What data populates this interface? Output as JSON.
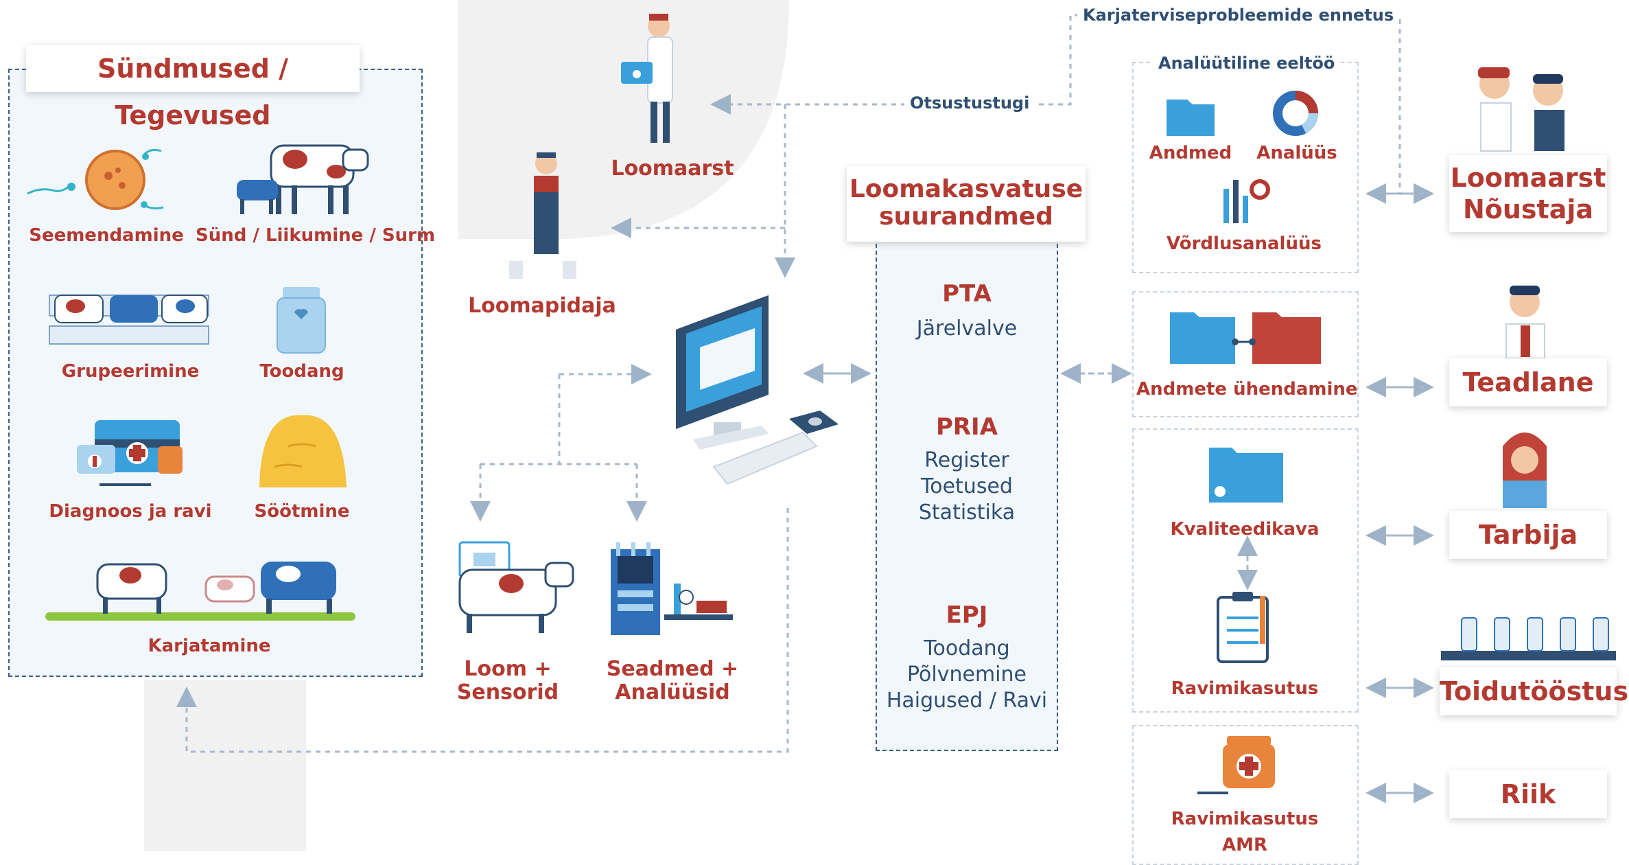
{
  "left_panel": {
    "title": "Sündmused / Tegevused",
    "items": [
      {
        "label": "Seemendamine",
        "icon": "sperm-cell-icon"
      },
      {
        "label": "Sünd / Liikumine / Surm",
        "icon": "cow-calf-icon"
      },
      {
        "label": "Grupeerimine",
        "icon": "cows-in-pen-icon"
      },
      {
        "label": "Toodang",
        "icon": "milk-can-icon"
      },
      {
        "label": "Diagnoos ja ravi",
        "icon": "medical-kit-icon"
      },
      {
        "label": "Söötmine",
        "icon": "haystack-icon"
      },
      {
        "label": "Karjatamine",
        "icon": "grazing-cows-icon"
      }
    ]
  },
  "actors": {
    "vet": "Loomaarst",
    "farmer": "Loomapidaja",
    "animal_sensors": "Loom +\nSensorid",
    "devices": "Seadmed +\nAnalüüsid"
  },
  "flows": {
    "decision_support": "Otsustustugi",
    "herd_health": "Karjaterviseprobleemide ennetus"
  },
  "center": {
    "title": "Loomakasvatuse suurandmed",
    "sections": [
      {
        "head": "PTA",
        "lines": "Järelvalve"
      },
      {
        "head": "PRIA",
        "lines": "Register\nToetused\nStatistika"
      },
      {
        "head": "EPJ",
        "lines": "Toodang\nPõlvnemine\nHaigused / Ravi"
      }
    ]
  },
  "analytics": {
    "title": "Analüütiline eeltöö",
    "items": [
      "Andmed",
      "Analüüs",
      "Võrdlusanalüüs"
    ],
    "linking": "Andmete ühendamine",
    "quality": "Kvaliteedikava",
    "drug_use": "Ravimikasutus",
    "amr": "Ravimikasutus\nAMR"
  },
  "stakeholders": [
    "Loomaarst\nNõustaja",
    "Teadlane",
    "Tarbija",
    "Toidutööstus",
    "Riik"
  ],
  "colors": {
    "red": "#b33a31",
    "navy": "#2f4f73",
    "blue": "#3aa0dc",
    "panel": "#f2f7fb"
  }
}
